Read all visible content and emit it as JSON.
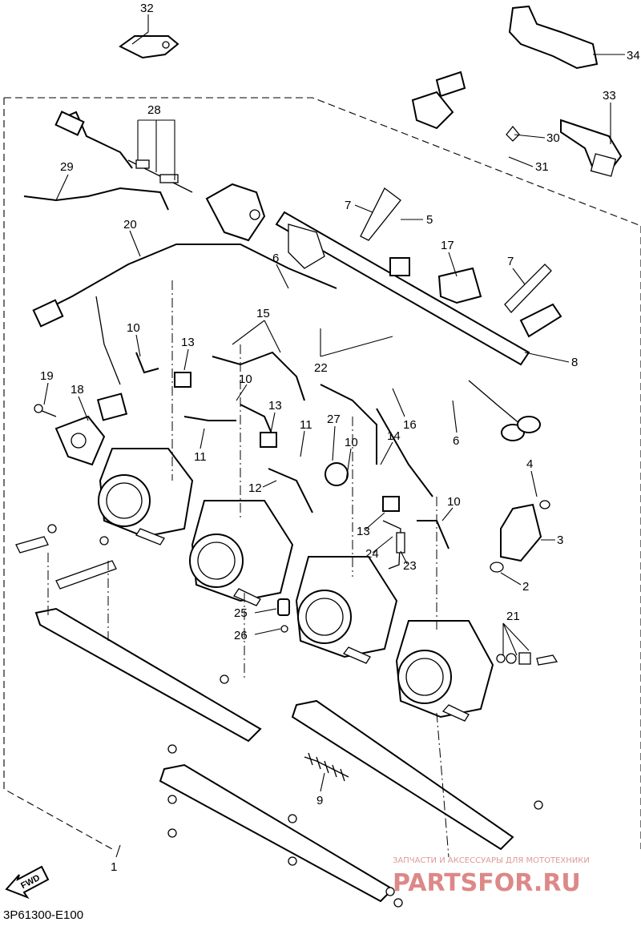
{
  "diagram_code": "3P61300-E100",
  "fwd_label": "FWD",
  "watermark": {
    "line1": "ЗАПЧАСТИ И АКСЕССУАРЫ ДЛЯ МОТОТЕХНИКИ",
    "line2": "PARTSFOR.RU"
  },
  "callouts": [
    {
      "id": "c32",
      "text": "32"
    },
    {
      "id": "c34",
      "text": "34"
    },
    {
      "id": "c28",
      "text": "28"
    },
    {
      "id": "c33",
      "text": "33"
    },
    {
      "id": "c30",
      "text": "30"
    },
    {
      "id": "c29",
      "text": "29"
    },
    {
      "id": "c31",
      "text": "31"
    },
    {
      "id": "c7a",
      "text": "7"
    },
    {
      "id": "c5",
      "text": "5"
    },
    {
      "id": "c20",
      "text": "20"
    },
    {
      "id": "c17",
      "text": "17"
    },
    {
      "id": "c6a",
      "text": "6"
    },
    {
      "id": "c7b",
      "text": "7"
    },
    {
      "id": "c15",
      "text": "15"
    },
    {
      "id": "c10a",
      "text": "10"
    },
    {
      "id": "c13a",
      "text": "13"
    },
    {
      "id": "c8",
      "text": "8"
    },
    {
      "id": "c22",
      "text": "22"
    },
    {
      "id": "c19",
      "text": "19"
    },
    {
      "id": "c18",
      "text": "18"
    },
    {
      "id": "c10b",
      "text": "10"
    },
    {
      "id": "c16",
      "text": "16"
    },
    {
      "id": "c6b",
      "text": "6"
    },
    {
      "id": "c13b",
      "text": "13"
    },
    {
      "id": "c27",
      "text": "27"
    },
    {
      "id": "c11a",
      "text": "11"
    },
    {
      "id": "c14",
      "text": "14"
    },
    {
      "id": "c11b",
      "text": "11"
    },
    {
      "id": "c10c",
      "text": "10"
    },
    {
      "id": "c4",
      "text": "4"
    },
    {
      "id": "c12",
      "text": "12"
    },
    {
      "id": "c10d",
      "text": "10"
    },
    {
      "id": "c13c",
      "text": "13"
    },
    {
      "id": "c3",
      "text": "3"
    },
    {
      "id": "c24",
      "text": "24"
    },
    {
      "id": "c23",
      "text": "23"
    },
    {
      "id": "c2",
      "text": "2"
    },
    {
      "id": "c25",
      "text": "25"
    },
    {
      "id": "c21",
      "text": "21"
    },
    {
      "id": "c26",
      "text": "26"
    },
    {
      "id": "c9",
      "text": "9"
    },
    {
      "id": "c1",
      "text": "1"
    }
  ]
}
